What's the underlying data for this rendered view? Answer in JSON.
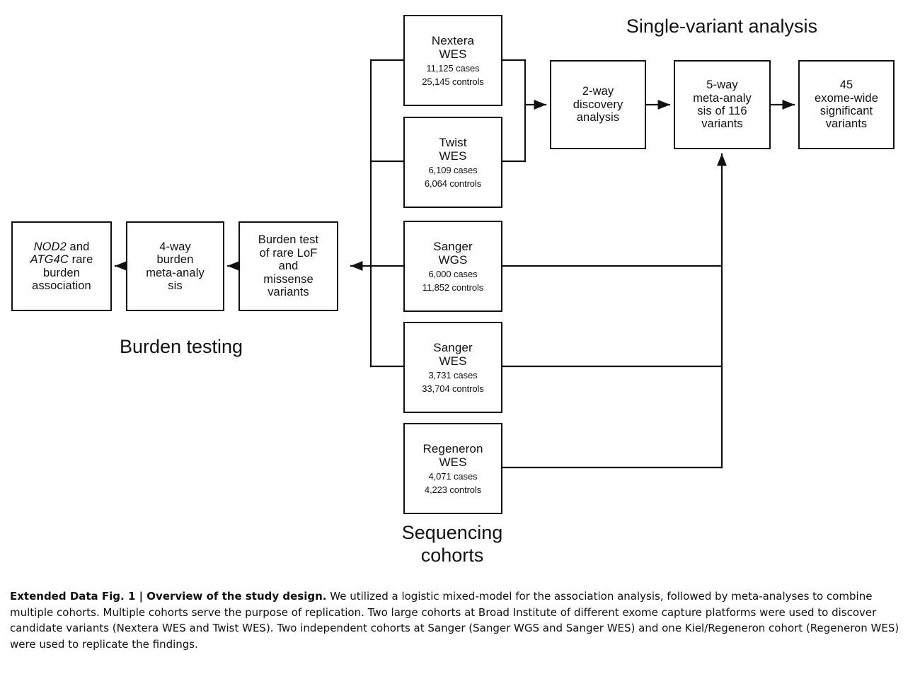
{
  "figure": {
    "sections": {
      "single_variant": "Single-variant analysis",
      "burden_testing": "Burden testing",
      "sequencing_cohorts": "Sequencing\ncohorts"
    },
    "cohorts": [
      {
        "id": "nextera-wes",
        "name_line1": "Nextera",
        "name_line2": "WES",
        "cases": "11,125 cases",
        "controls": "25,145 controls"
      },
      {
        "id": "twist-wes",
        "name_line1": "Twist",
        "name_line2": "WES",
        "cases": "6,109 cases",
        "controls": "6,064 controls"
      },
      {
        "id": "sanger-wgs",
        "name_line1": "Sanger",
        "name_line2": "WGS",
        "cases": "6,000 cases",
        "controls": "11,852 controls"
      },
      {
        "id": "sanger-wes",
        "name_line1": "Sanger",
        "name_line2": "WES",
        "cases": "3,731 cases",
        "controls": "33,704 controls"
      },
      {
        "id": "regeneron-wes",
        "name_line1": "Regeneron",
        "name_line2": "WES",
        "cases": "4,071 cases",
        "controls": "4,223 controls"
      }
    ],
    "single_variant_steps": [
      {
        "id": "discovery",
        "line1": "2-way",
        "line2": "discovery",
        "line3": "analysis",
        "line4": ""
      },
      {
        "id": "meta-5way",
        "line1": "5-way",
        "line2": "meta-analy",
        "line3": "sis of 116",
        "line4": "variants"
      },
      {
        "id": "significant-variants",
        "line1": "45",
        "line2": "exome-wide",
        "line3": "significant",
        "line4": "variants"
      }
    ],
    "burden_steps": [
      {
        "id": "burden-association",
        "line1_italic": "NOD2",
        "line1_rest": " and",
        "line2_italic": "ATG4C",
        "line2_rest": " rare",
        "line3": "burden",
        "line4": "association",
        "line5": ""
      },
      {
        "id": "burden-meta",
        "line1_italic": "",
        "line1_rest": "4-way",
        "line2_italic": "",
        "line2_rest": "burden",
        "line3": "meta-analy",
        "line4": "sis",
        "line5": ""
      },
      {
        "id": "burden-test",
        "line1_italic": "",
        "line1_rest": "Burden test",
        "line2_italic": "",
        "line2_rest": "of rare LoF",
        "line3": "and",
        "line4": "missense",
        "line5": "variants"
      }
    ],
    "colors": {
      "stroke": "#111111",
      "background": "#ffffff",
      "text": "#111111"
    }
  },
  "caption": {
    "lead": "Extended Data Fig. 1 | Overview of the study design.",
    "body": " We utilized a logistic mixed-model for the association analysis, followed by meta-analyses to combine multiple cohorts. Multiple cohorts serve the purpose of replication. Two large cohorts at Broad Institute of different exome capture platforms were used to discover candidate variants (Nextera WES and Twist WES). Two independent cohorts at Sanger (Sanger WGS and Sanger WES) and one Kiel/Regeneron cohort (Regeneron WES) were used to replicate the findings."
  }
}
